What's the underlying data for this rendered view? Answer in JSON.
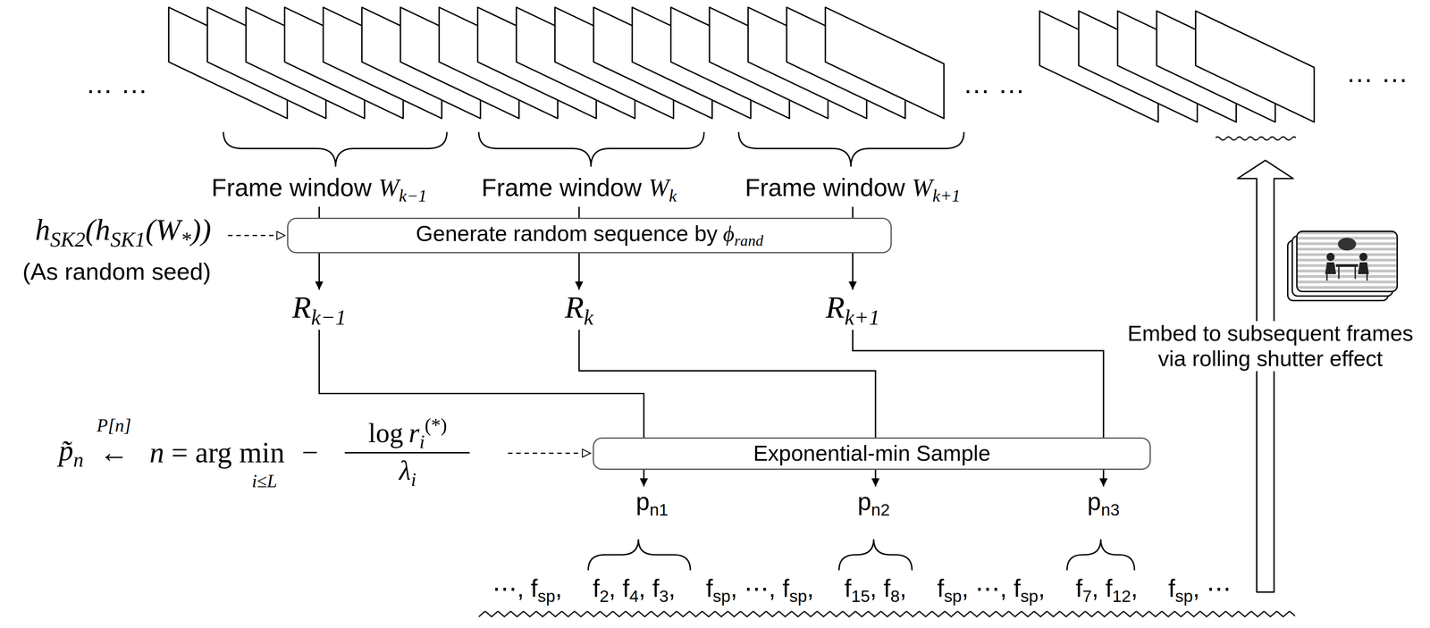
{
  "diagram": {
    "nodes": [
      {
        "text": [
          "Generate random sequence by",
          "ϕ",
          "rand"
        ]
      },
      {
        "text": [
          "Exponential-min Sample"
        ]
      }
    ],
    "labels": [
      "… …",
      "… …",
      "… …",
      "Frame window",
      "W",
      "k−1",
      "Frame window",
      "W",
      "k",
      "Frame window",
      "W",
      "k+1",
      "h",
      "SK2",
      "(h",
      "SK1",
      "(W",
      "*",
      "))",
      "(As random seed)",
      "R",
      "k−1",
      "R",
      "k",
      "R",
      "k+1",
      "p̃",
      "n",
      "P[n]",
      "←",
      "n",
      "= arg min",
      "i≤L",
      "−",
      "log",
      "r",
      "i",
      "(*)",
      "λ",
      "i",
      "p",
      "n1",
      "p",
      "n2",
      "p",
      "n3",
      "⋯, f",
      "sp",
      ",",
      "f",
      "2",
      ", f",
      "4",
      ", f",
      "3",
      ",",
      "f",
      "sp",
      ", ⋯, f",
      "sp",
      ",",
      "f",
      "15",
      ", f",
      "8",
      ",",
      "f",
      "sp",
      ", ⋯, f",
      "sp",
      ",",
      "f",
      "7",
      ", f",
      "12",
      ",",
      "f",
      "sp",
      ", ⋯",
      "Embed to subsequent frames via rolling shutter effect"
    ]
  }
}
